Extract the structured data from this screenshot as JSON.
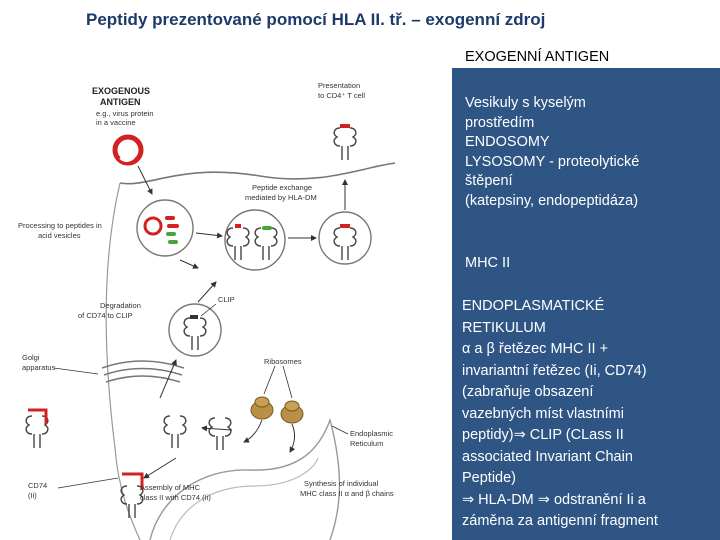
{
  "title": "Peptidy prezentované pomocí HLA II. tř.  – exogenní zdroj",
  "right_panel": {
    "exogenous_heading": "EXOGENNÍ ANTIGEN",
    "vesicles_lines": [
      "Vesikuly s kyselým",
      "prostředím",
      "ENDOSOMY",
      "LYSOSOMY - proteolytické",
      "štěpení",
      "(katepsiny, endopeptidáza)"
    ],
    "mhc_heading": "MHC II",
    "er_lines": [
      "ENDOPLASMATICKÉ",
      "RETIKULUM",
      "α a β řetězec MHC II +",
      "invariantní řetězec (Ii, CD74)",
      "(zabraňuje  obsazení",
      "vazebných míst vlastními",
      "peptidy)⇒ CLIP (CLass II",
      "associated Invariant Chain",
      "Peptide)",
      "⇒ HLA-DM ⇒ odstranění Ii a",
      "záměna za antigenní fragment"
    ]
  },
  "diagram": {
    "exogenous_antigen": [
      "EXOGENOUS",
      "ANTIGEN"
    ],
    "exogenous_example": [
      "e.g., virus protein",
      "in a vaccine"
    ],
    "presentation": [
      "Presentation",
      "to CD4⁺ T cell"
    ],
    "peptide_exchange": [
      "Peptide exchange",
      "mediated by HLA-DM"
    ],
    "processing": [
      "Processing to peptides in",
      "acid vesicles"
    ],
    "degradation": [
      "Degradation",
      "of CD74 to CLIP"
    ],
    "clip": "CLIP",
    "golgi": [
      "Golgi",
      "apparatus"
    ],
    "ribosomes": "Ribosomes",
    "er": [
      "Endoplasmic",
      "Reticulum"
    ],
    "cd74": [
      "CD74",
      "(Ii)"
    ],
    "assembly": [
      "Assembly of MHC",
      "class II with CD74 (Ii)"
    ],
    "synthesis": [
      "Synthesis of individual",
      "MHC class II α and β chains"
    ]
  },
  "colors": {
    "background": "#2e5584",
    "antigen_red": "#d32020",
    "peptide_green": "#4aa338",
    "ribosome_brown": "#b99045"
  }
}
